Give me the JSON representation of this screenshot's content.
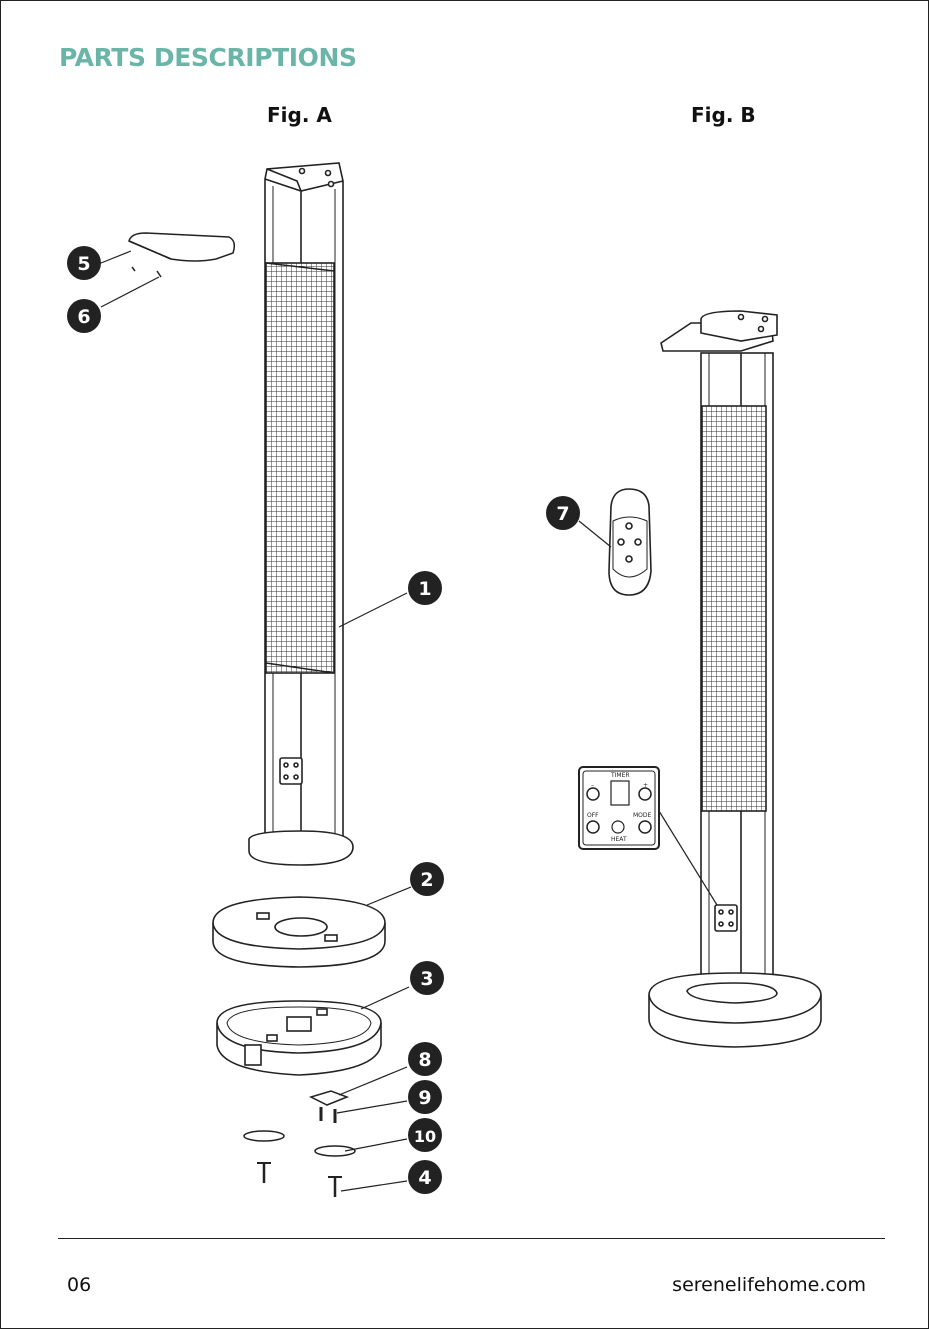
{
  "section_title": "PARTS DESCRIPTIONS",
  "colors": {
    "accent": "#6ab5a8",
    "ink": "#111111",
    "callout": "#222222"
  },
  "fig_a_label": "Fig. A",
  "fig_b_label": "Fig. B",
  "callouts": [
    "1",
    "2",
    "3",
    "4",
    "5",
    "6",
    "7",
    "8",
    "9",
    "10"
  ],
  "control_panel": {
    "timer": "TIMER",
    "minus": "–",
    "plus": "+",
    "off": "OFF",
    "mode": "MODE",
    "heat": "HEAT"
  },
  "footer": {
    "page_number": "06",
    "website": "serenelifehome.com"
  }
}
